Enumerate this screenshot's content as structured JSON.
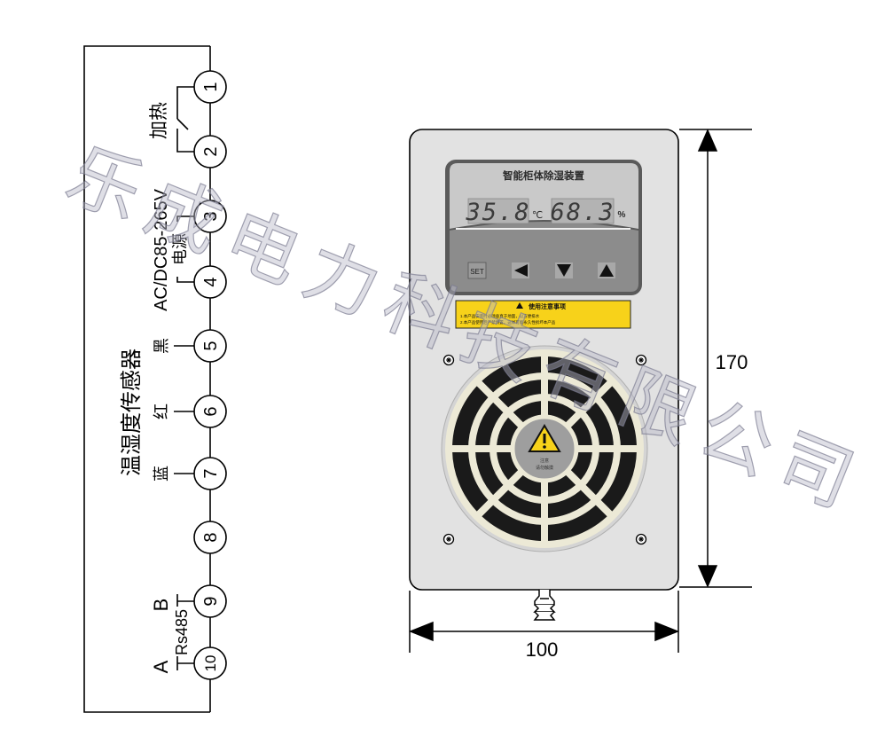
{
  "wiring": {
    "terminals": [
      "1",
      "2",
      "3",
      "4",
      "5",
      "6",
      "7",
      "8",
      "9",
      "10"
    ],
    "heater_label": "加热",
    "power_label_main": "AC/DC85-265V",
    "power_label_sub": "电源",
    "sensor_title": "温湿度传感器",
    "wire_black": "黑",
    "wire_red": "红",
    "wire_blue": "蓝",
    "rs485_label": "Rs485",
    "rs485_b": "B",
    "rs485_a": "A"
  },
  "device": {
    "title": "智能柜体除湿装置",
    "temperature": "35.8",
    "temp_unit": "℃",
    "humidity": "68.3",
    "hum_unit": "%",
    "set_button": "SET",
    "warning_title": "使用注意事项",
    "warning_line1": "1.本产品安装时必须垂直于地面，以方便排水",
    "warning_line2": "2.本产品使用后严禁倒置，这样可能永久性损坏本产品",
    "fan_sticker_text1": "注意",
    "fan_sticker_text2": "请勿触摸"
  },
  "dimensions": {
    "height": "170",
    "width": "100"
  },
  "watermark": "乐成电力科技有限公司",
  "colors": {
    "panel": "#e2e2e2",
    "display": "#c9c9c9",
    "warning": "#f7d21a",
    "fan": "#1a1a1a",
    "grille": "#ece9d6"
  }
}
